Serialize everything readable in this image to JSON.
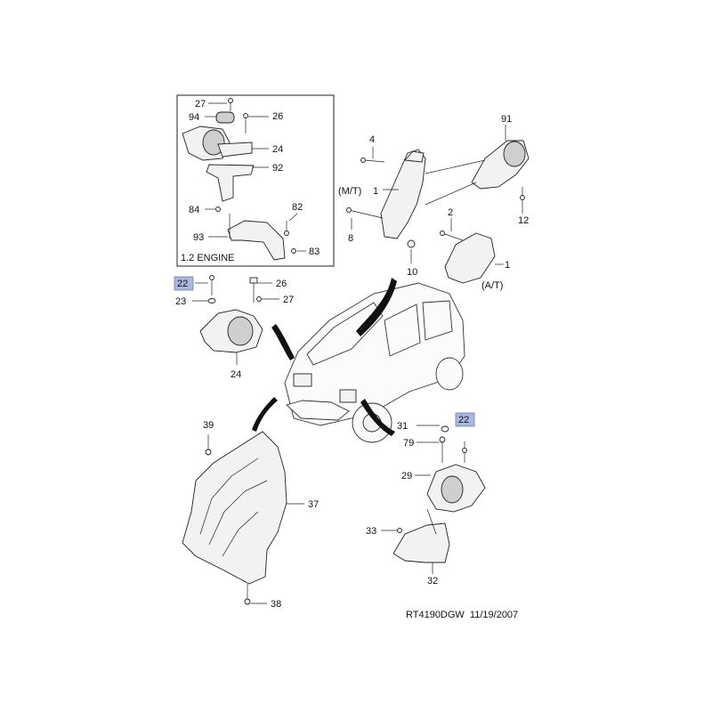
{
  "diagram": {
    "inset_label": "1.2 ENGINE",
    "mt_label": "(M/T)",
    "at_label": "(A/T)",
    "footer": "RT4190DGW  11/19/2007",
    "callouts": {
      "c27a": "27",
      "c26a": "26",
      "c94": "94",
      "c24a": "24",
      "c92": "92",
      "c84": "84",
      "c82": "82",
      "c93": "93",
      "c83": "83",
      "c4": "4",
      "c91": "91",
      "c1a": "1",
      "c12": "12",
      "c2": "2",
      "c8": "8",
      "c10": "10",
      "c1b": "1",
      "c22a": "22",
      "c23": "23",
      "c26b": "26",
      "c27b": "27",
      "c24b": "24",
      "c39": "39",
      "c37": "37",
      "c38": "38",
      "c31": "31",
      "c22b": "22",
      "c79": "79",
      "c29": "29",
      "c33": "33",
      "c32": "32"
    }
  }
}
